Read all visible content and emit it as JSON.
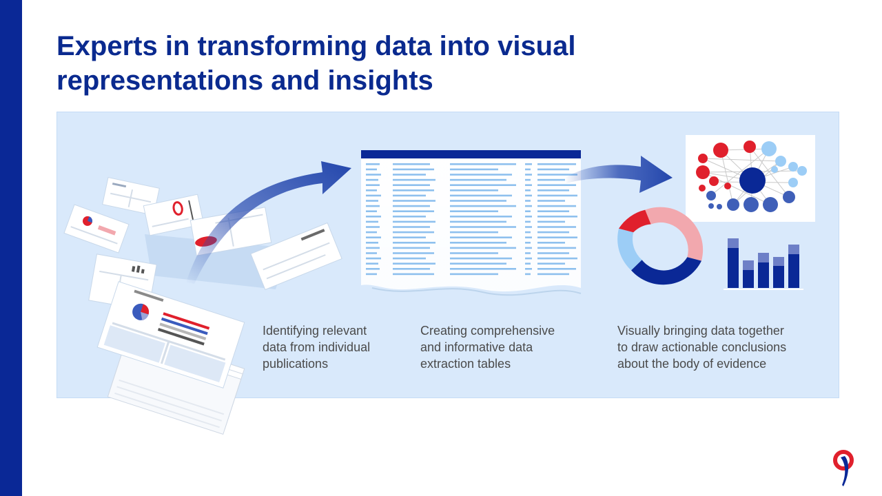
{
  "slide": {
    "title_lines": [
      "Experts in transforming data into visual",
      "representations and insights"
    ]
  },
  "steps": [
    {
      "lines": [
        "Identifying relevant",
        "data from individual",
        "publications"
      ]
    },
    {
      "lines": [
        "Creating comprehensive",
        "and informative data",
        "extraction tables"
      ]
    },
    {
      "lines": [
        "Visually bringing data together",
        "to draw actionable conclusions",
        "about the body of evidence"
      ]
    }
  ],
  "icons": [
    "document-stack-icon",
    "flying-pages-icon",
    "arrow-right-icon",
    "data-table-icon",
    "network-chart-icon",
    "donut-chart-icon",
    "bar-chart-icon",
    "logo-icon"
  ],
  "colors": {
    "brand_navy": "#0a2896",
    "title_blue": "#0a2a8f",
    "panel_bg": "#d9e9fb",
    "table_row": "#8ec0ee",
    "accent_red": "#e0202c",
    "accent_pink": "#f2a8ae",
    "light_blue": "#9ccdf6",
    "medium_blue": "#3f5fb8",
    "caption_gray": "#4a4a4a"
  }
}
